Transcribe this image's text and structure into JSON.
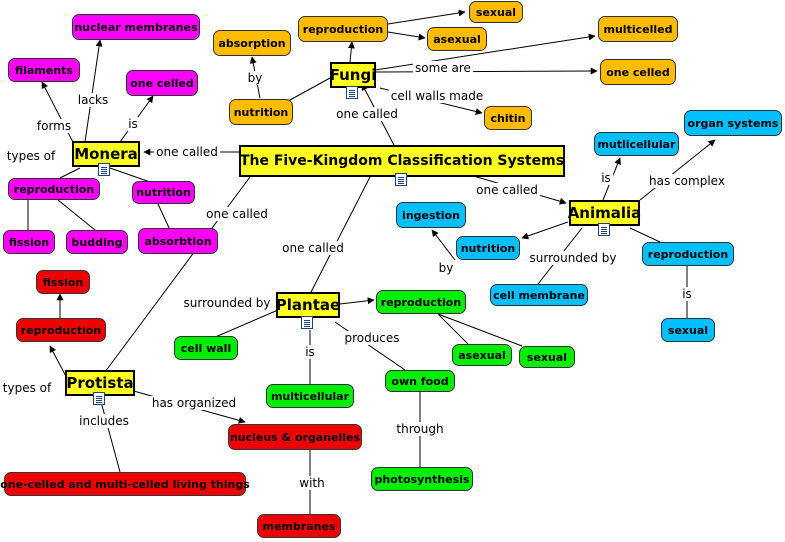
{
  "diagram": {
    "title": "The Five-Kingdom Classification Systems",
    "kingdoms": {
      "monera": "Monera",
      "fungi": "Fungi",
      "animalia": "Animalia",
      "plantae": "Plantae",
      "protista": "Protista"
    },
    "concepts": {
      "monera_nuclear": "nuclear membranes",
      "monera_filaments": "filaments",
      "monera_onecelled": "one celled",
      "monera_reproduction": "reproduction",
      "monera_nutrition": "nutrition",
      "monera_fission": "fission",
      "monera_budding": "budding",
      "monera_absorbtion": "absorbtion",
      "fungi_absorption": "absorption",
      "fungi_reproduction": "reproduction",
      "fungi_sexual": "sexual",
      "fungi_asexual": "asexual",
      "fungi_nutrition": "nutrition",
      "fungi_multicelled": "multicelled",
      "fungi_onecelled": "one celled",
      "fungi_chitin": "chitin",
      "animalia_mutlicellular": "mutlicellular",
      "animalia_organ": "organ systems",
      "animalia_ingestion": "ingestion",
      "animalia_nutrition": "nutrition",
      "animalia_membrane": "cell membrane",
      "animalia_reproduction": "reproduction",
      "animalia_sexual": "sexual",
      "plantae_reproduction": "reproduction",
      "plantae_cellwall": "cell wall",
      "plantae_asexual": "asexual",
      "plantae_sexual": "sexual",
      "plantae_ownfood": "own food",
      "plantae_multicellular": "multicellular",
      "plantae_photosynthesis": "photosynthesis",
      "protista_fission": "fission",
      "protista_reproduction": "reproduction",
      "protista_nucleus": "nucleus & organelles",
      "protista_things": "one-celled and multi-celled living things",
      "protista_membranes": "membranes"
    },
    "linking_phrases": {
      "title_monera": "one called",
      "title_fungi": "one called",
      "title_animalia": "one called",
      "title_plantae": "one called",
      "title_protista": "one called",
      "monera_lacks": "lacks",
      "monera_forms": "forms",
      "monera_is": "is",
      "monera_typesof": "types of",
      "fungi_by": "by",
      "fungi_someare": "some are",
      "fungi_cellwalls": "cell walls made",
      "animalia_is": "is",
      "animalia_hascomplex": "has complex",
      "animalia_by": "by",
      "animalia_surrounded": "surrounded by",
      "animalia_is2": "is",
      "plantae_surrounded": "surrounded by",
      "plantae_is": "is",
      "plantae_produces": "produces",
      "plantae_through": "through",
      "protista_typesof": "types of",
      "protista_hasorganized": "has organized",
      "protista_includes": "includes",
      "protista_with": "with"
    },
    "colors": {
      "monera": "#ff00ff",
      "fungi": "#ffbb00",
      "protista": "#ee0000",
      "animalia": "#00bfff",
      "plantae": "#00ee00",
      "kingdom": "#ffff22"
    }
  }
}
